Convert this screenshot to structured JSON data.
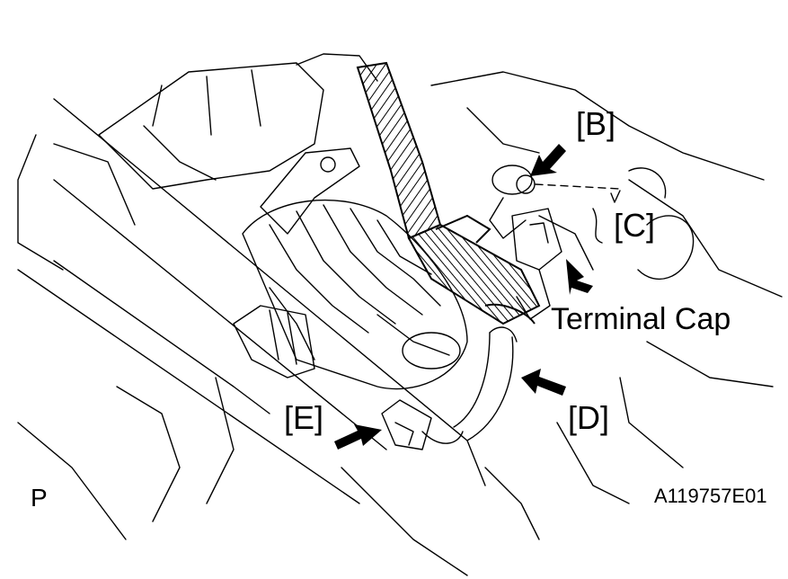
{
  "callouts": {
    "b": "[B]",
    "c": "[C]",
    "d": "[D]",
    "e": "[E]",
    "terminal_cap": "Terminal Cap"
  },
  "corner": {
    "left": "P",
    "figure_code": "A119757E01"
  },
  "colors": {
    "ink": "#000000",
    "paper": "#ffffff"
  }
}
